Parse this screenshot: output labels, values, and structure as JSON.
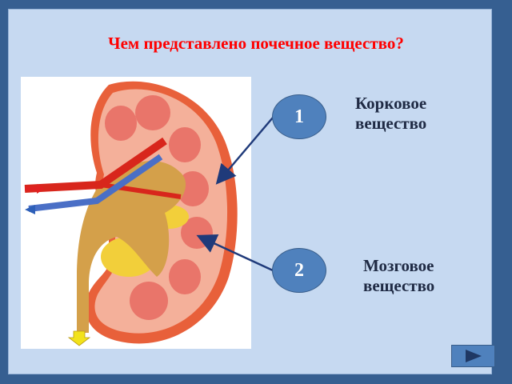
{
  "slide": {
    "title": "Чем представлено почечное вещество?",
    "image": {
      "alt": "kidney cross-section illustration"
    },
    "callouts": [
      {
        "number": "1",
        "label_line1": "Корковое",
        "label_line2": "вещество"
      },
      {
        "number": "2",
        "label_line1": "Мозговое",
        "label_line2": "вещество"
      }
    ],
    "navigation": {
      "next_icon": "play-triangle-icon"
    },
    "colors": {
      "frame": "#365f91",
      "panel": "#c6d9f1",
      "title": "#ff0000",
      "badge": "#4f81bd",
      "arrow": "#1f3a7a"
    }
  }
}
